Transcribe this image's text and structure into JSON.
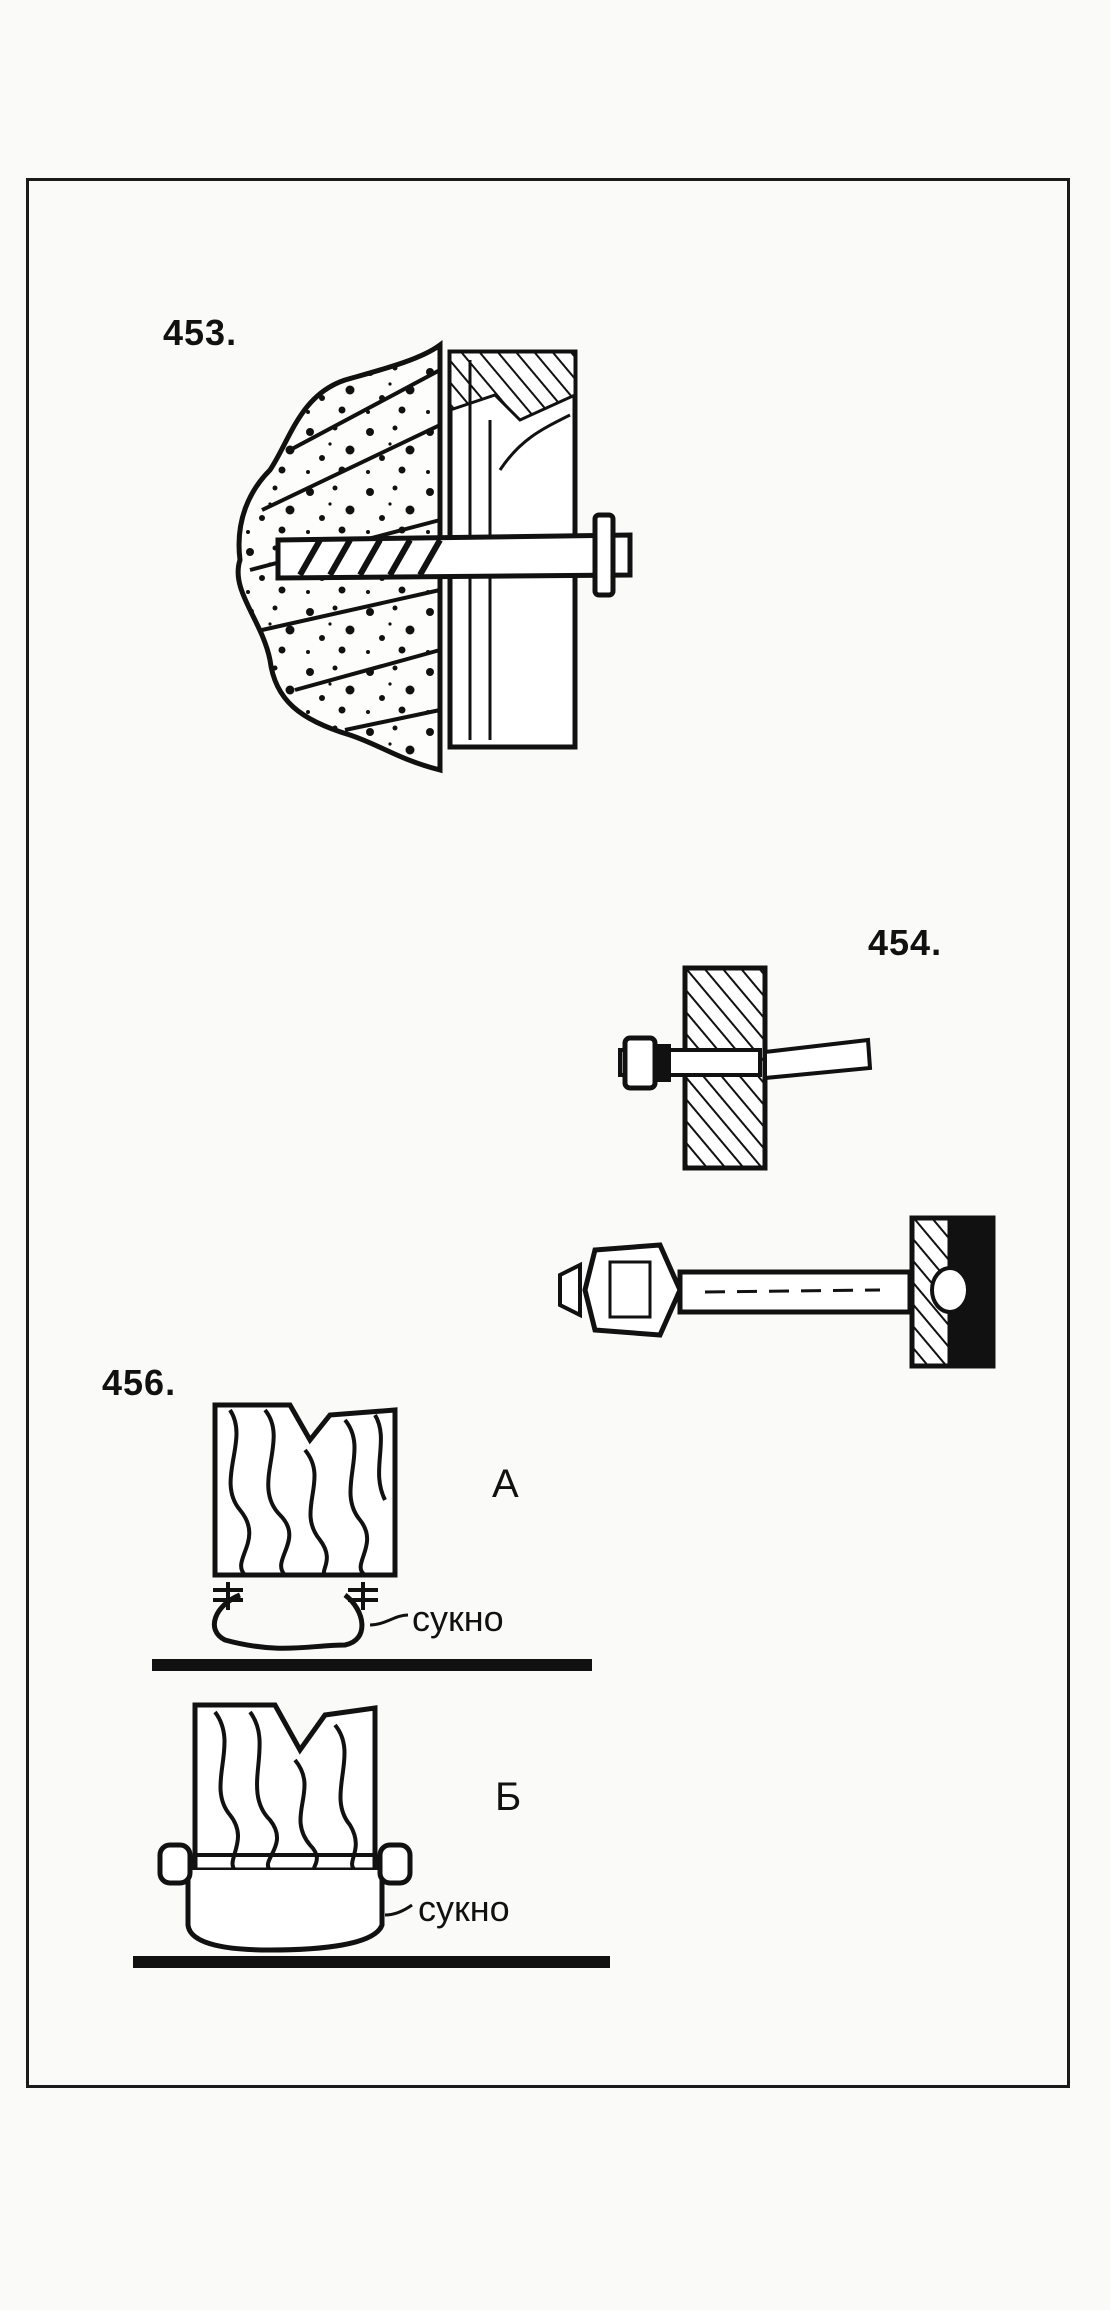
{
  "figures": {
    "fig453": {
      "number": "453."
    },
    "fig454": {
      "number": "454."
    },
    "fig456": {
      "number": "456.",
      "variant_a": {
        "label": "А",
        "material": "сукно"
      },
      "variant_b": {
        "label": "Б",
        "material": "сукно"
      }
    }
  },
  "colors": {
    "ink": "#111111",
    "paper": "#fafaf8"
  }
}
